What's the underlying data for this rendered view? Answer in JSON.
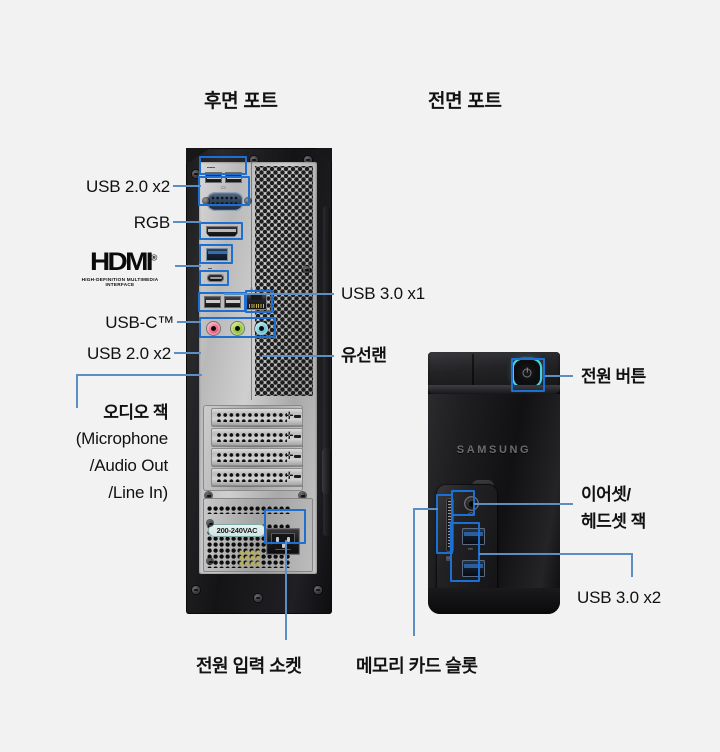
{
  "page": {
    "background_color": "#f2f2f2",
    "accent_color": "#1d6fd1",
    "leader_line_color": "#5b8fc4",
    "power_led_color": "#49cfe0"
  },
  "headings": {
    "rear": "후면 포트",
    "front": "전면 포트"
  },
  "rear_labels": {
    "usb20_top": "USB 2.0 x2",
    "rgb": "RGB",
    "hdmi_word": "HDMI",
    "hdmi_trademark": "®",
    "hdmi_subtitle": "HIGH-DEFINITION MULTIMEDIA INTERFACE",
    "usbc": "USB-C™",
    "usb20_bottom": "USB 2.0 x2",
    "audio_jack_line1": "오디오 잭",
    "audio_jack_line2": "(Microphone",
    "audio_jack_line3": "/Audio Out",
    "audio_jack_line4": "/Line In)",
    "usb30_x1": "USB 3.0 x1",
    "wired_lan": "유선랜",
    "power_socket_caption": "전원 입력 소켓",
    "psu_voltage_badge": "200-240VAC"
  },
  "front_labels": {
    "power_button": "전원 버튼",
    "earset_line1": "이어셋/",
    "earset_line2": "헤드셋 잭",
    "usb30_x2": "USB 3.0 x2",
    "memory_card_caption": "메모리 카드 슬롯",
    "brand": "SAMSUNG"
  },
  "rear_ports": [
    {
      "name": "usb-2-0-port-top-left",
      "type": "USB 2.0"
    },
    {
      "name": "usb-2-0-port-top-right",
      "type": "USB 2.0"
    },
    {
      "name": "vga-rgb-port",
      "type": "RGB / VGA"
    },
    {
      "name": "hdmi-port",
      "type": "HDMI"
    },
    {
      "name": "usb-3-0-port",
      "type": "USB 3.0"
    },
    {
      "name": "usb-c-port",
      "type": "USB-C"
    },
    {
      "name": "usb-2-0-port-lower-left",
      "type": "USB 2.0"
    },
    {
      "name": "usb-2-0-port-lower-right",
      "type": "USB 2.0"
    },
    {
      "name": "ethernet-lan-port",
      "type": "유선랜"
    },
    {
      "name": "audio-jack-microphone",
      "type": "Microphone",
      "color": "#e8607f"
    },
    {
      "name": "audio-jack-audio-out",
      "type": "Audio Out",
      "color": "#8cc32e"
    },
    {
      "name": "audio-jack-line-in",
      "type": "Line In",
      "color": "#62c4d6"
    },
    {
      "name": "ac-power-socket",
      "type": "전원 입력 소켓"
    }
  ],
  "front_ports": [
    {
      "name": "power-button",
      "type": "전원 버튼"
    },
    {
      "name": "memory-card-slot",
      "type": "메모리 카드 슬롯"
    },
    {
      "name": "headset-jack",
      "type": "이어셋/헤드셋 잭"
    },
    {
      "name": "usb-3-0-port-upper",
      "type": "USB 3.0"
    },
    {
      "name": "usb-3-0-port-lower",
      "type": "USB 3.0"
    }
  ]
}
